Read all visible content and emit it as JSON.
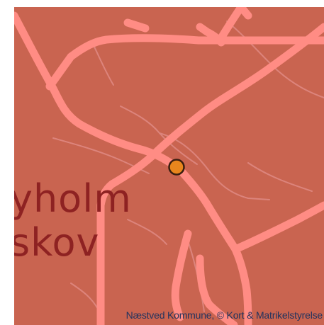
{
  "map": {
    "place_name_lines": [
      "yholm",
      "skov"
    ],
    "attribution": "Næstved Kommune, © Kort & Matrikelstyrelse",
    "marker_icon": "location-dot-icon",
    "colors": {
      "land": "#c96450",
      "major_road": "#ff8c84",
      "minor_road": "#e08a84",
      "place_label": "#8e2222",
      "marker_fill": "#e8861d",
      "marker_stroke": "#3a1e10",
      "attribution_text": "#22335e"
    }
  }
}
